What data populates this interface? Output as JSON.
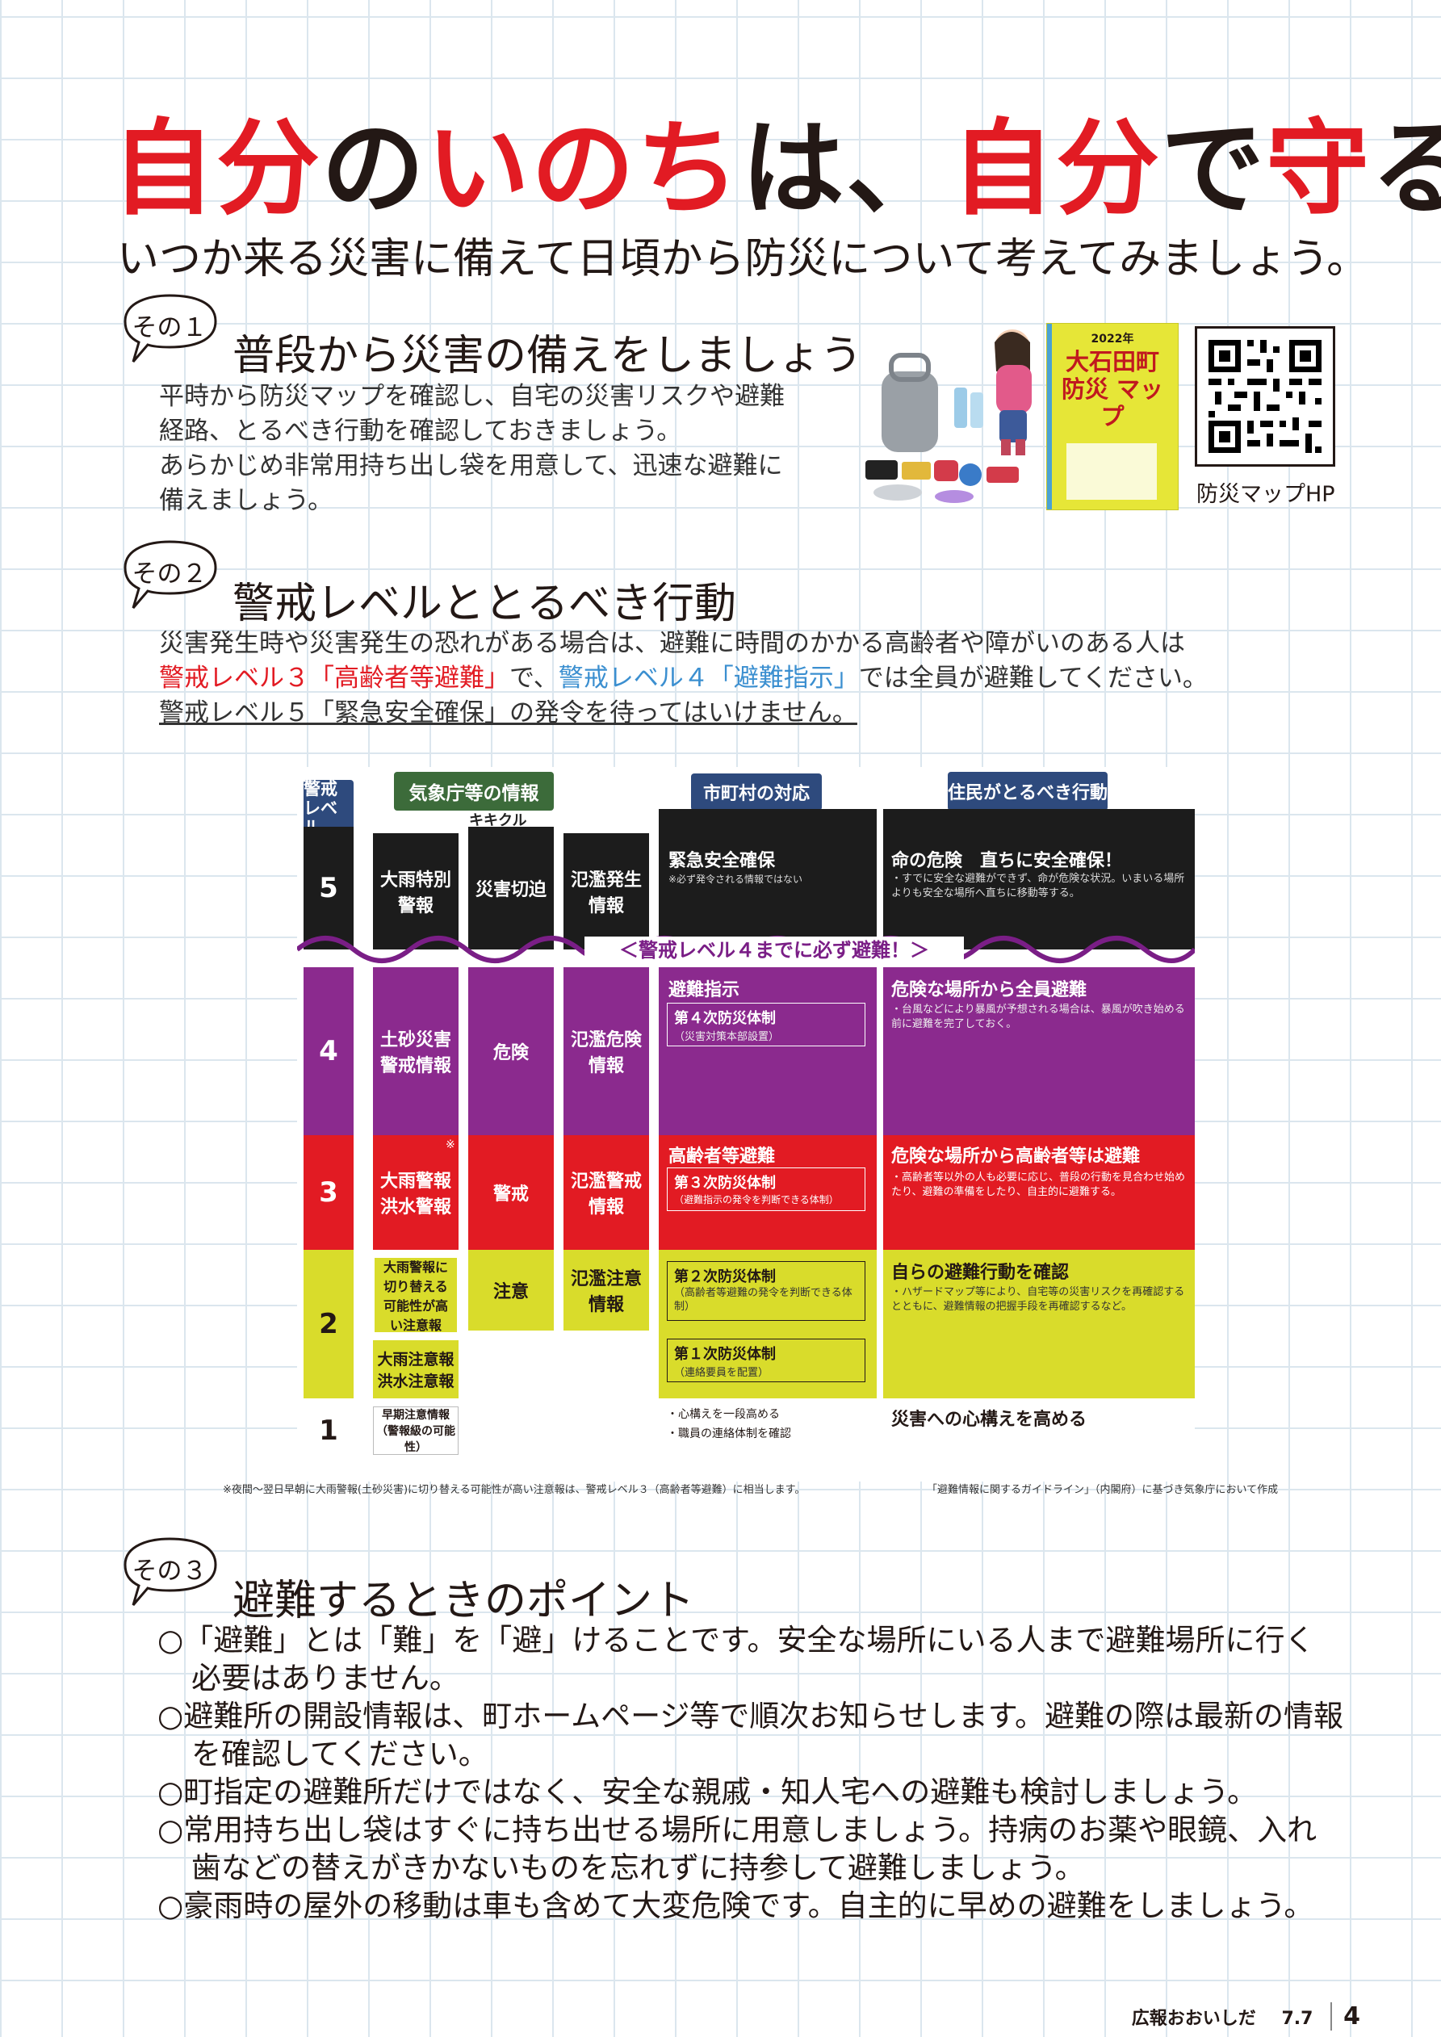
{
  "header": {
    "title_parts": [
      "自分",
      "の",
      "いのち",
      "は、",
      "自分",
      "で",
      "守",
      "る"
    ],
    "subtitle": "いつか来る災害に備えて日頃から防災について考えてみましょう。"
  },
  "section1": {
    "badge": "その１",
    "heading": "普段から災害の備えをしましょう",
    "lines": [
      "平時から防災マップを確認し、自宅の災害リスクや避難",
      "経路、とるべき行動を確認しておきましょう。",
      "あらかじめ非常用持ち出し袋を用意して、迅速な避難に",
      "備えましょう。"
    ],
    "map_year": "2022年",
    "map_title": "大石田町 防災 マップ",
    "qr_label": "防災マップHP"
  },
  "section2": {
    "badge": "その２",
    "heading": "警戒レベルととるべき行動",
    "line1": "災害発生時や災害発生の恐れがある場合は、避難に時間のかかる高齢者や障がいのある人は",
    "line2_red": "警戒レベル３「高齢者等避難」",
    "line2_mid": "で、",
    "line2_blue": "警戒レベル４「避難指示」",
    "line2_end": "では全員が避難してください。",
    "line3": "警戒レベル５「緊急安全確保」の発令を待ってはいけません。"
  },
  "levels": {
    "head_level": "警戒レベル",
    "head_jma": "気象庁等の情報",
    "head_city": "市町村の対応",
    "head_resident": "住民がとるべき行動",
    "kikikuru": "キキクル",
    "banner": "＜警戒レベル４までに必ず避難！＞",
    "rows": [
      {
        "num": "5",
        "a": "大雨特別警報",
        "b": "災害切迫",
        "c": "氾濫発生情報",
        "city": "緊急安全確保",
        "city_sub": "※必ず発令される情報ではない",
        "res": "命の危険　直ちに安全確保！",
        "res_sub": "・すでに安全な避難ができず、命が危険な状況。いまいる場所よりも安全な場所へ直ちに移動等する。"
      },
      {
        "num": "4",
        "a": "土砂災害警戒情報",
        "b": "危険",
        "c": "氾濫危険情報",
        "city": "避難指示",
        "city_box": "第４次防災体制",
        "city_box_sub": "（災害対策本部設置）",
        "res": "危険な場所から全員避難",
        "res_sub": "・台風などにより暴風が予想される場合は、暴風が吹き始める前に避難を完了しておく。"
      },
      {
        "num": "3",
        "a_mark": "※",
        "a": "大雨警報 洪水警報",
        "b": "警戒",
        "c": "氾濫警戒情報",
        "city": "高齢者等避難",
        "city_box": "第３次防災体制",
        "city_box_sub": "（避難指示の発令を判断できる体制）",
        "res": "危険な場所から高齢者等は避難",
        "res_sub": "・高齢者等以外の人も必要に応じ、普段の行動を見合わせ始めたり、避難の準備をしたり、自主的に避難する。"
      },
      {
        "num": "2",
        "a": "大雨警報に切り替える可能性が高い注意報",
        "a2": "大雨注意報 洪水注意報",
        "b": "注意",
        "c": "氾濫注意情報",
        "city_box": "第２次防災体制",
        "city_box_sub": "（高齢者等避難の発令を判断できる体制）",
        "city_box2": "第１次防災体制",
        "city_box2_sub": "（連絡要員を配置）",
        "res": "自らの避難行動を確認",
        "res_sub": "・ハザードマップ等により、自宅等の災害リスクを再確認するとともに、避難情報の把握手段を再確認するなど。"
      },
      {
        "num": "1",
        "a": "早期注意情報（警報級の可能性）",
        "city_sub1": "・心構えを一段高める",
        "city_sub2": "・職員の連絡体制を確認",
        "res": "災害への心構えを高める"
      }
    ],
    "note_left": "※夜間～翌日早朝に大雨警報(土砂災害)に切り替える可能性が高い注意報は、警戒レベル３（高齢者等避難）に相当します。",
    "note_right": "「避難情報に関するガイドライン」（内閣府）に基づき気象庁において作成"
  },
  "section3": {
    "badge": "その３",
    "heading": "避難するときのポイント",
    "points": [
      "○「避難」とは「難」を「避」けることです。安全な場所にいる人まで避難場所に行く必要はありません。",
      "○避難所の開設情報は、町ホームページ等で順次お知らせします。避難の際は最新の情報を確認してください。",
      "○町指定の避難所だけではなく、安全な親戚・知人宅への避難も検討しましょう。",
      "○常用持ち出し袋はすぐに持ち出せる場所に用意しましょう。持病のお薬や眼鏡、入れ歯などの替えがきかないものを忘れずに持参して避難しましょう。",
      "○豪雨時の屋外の移動は車も含めて大変危険です。自主的に早めの避難をしましょう。"
    ]
  },
  "footer": {
    "publication": "広報おおいしだ",
    "date": "7.7",
    "page": "4"
  },
  "colors": {
    "red": "#e21b23",
    "purple": "#8b2a8e",
    "yellow": "#d9dc2b",
    "black": "#1c1c1c",
    "navy": "#2e4a7d",
    "green": "#3c6b3a"
  }
}
